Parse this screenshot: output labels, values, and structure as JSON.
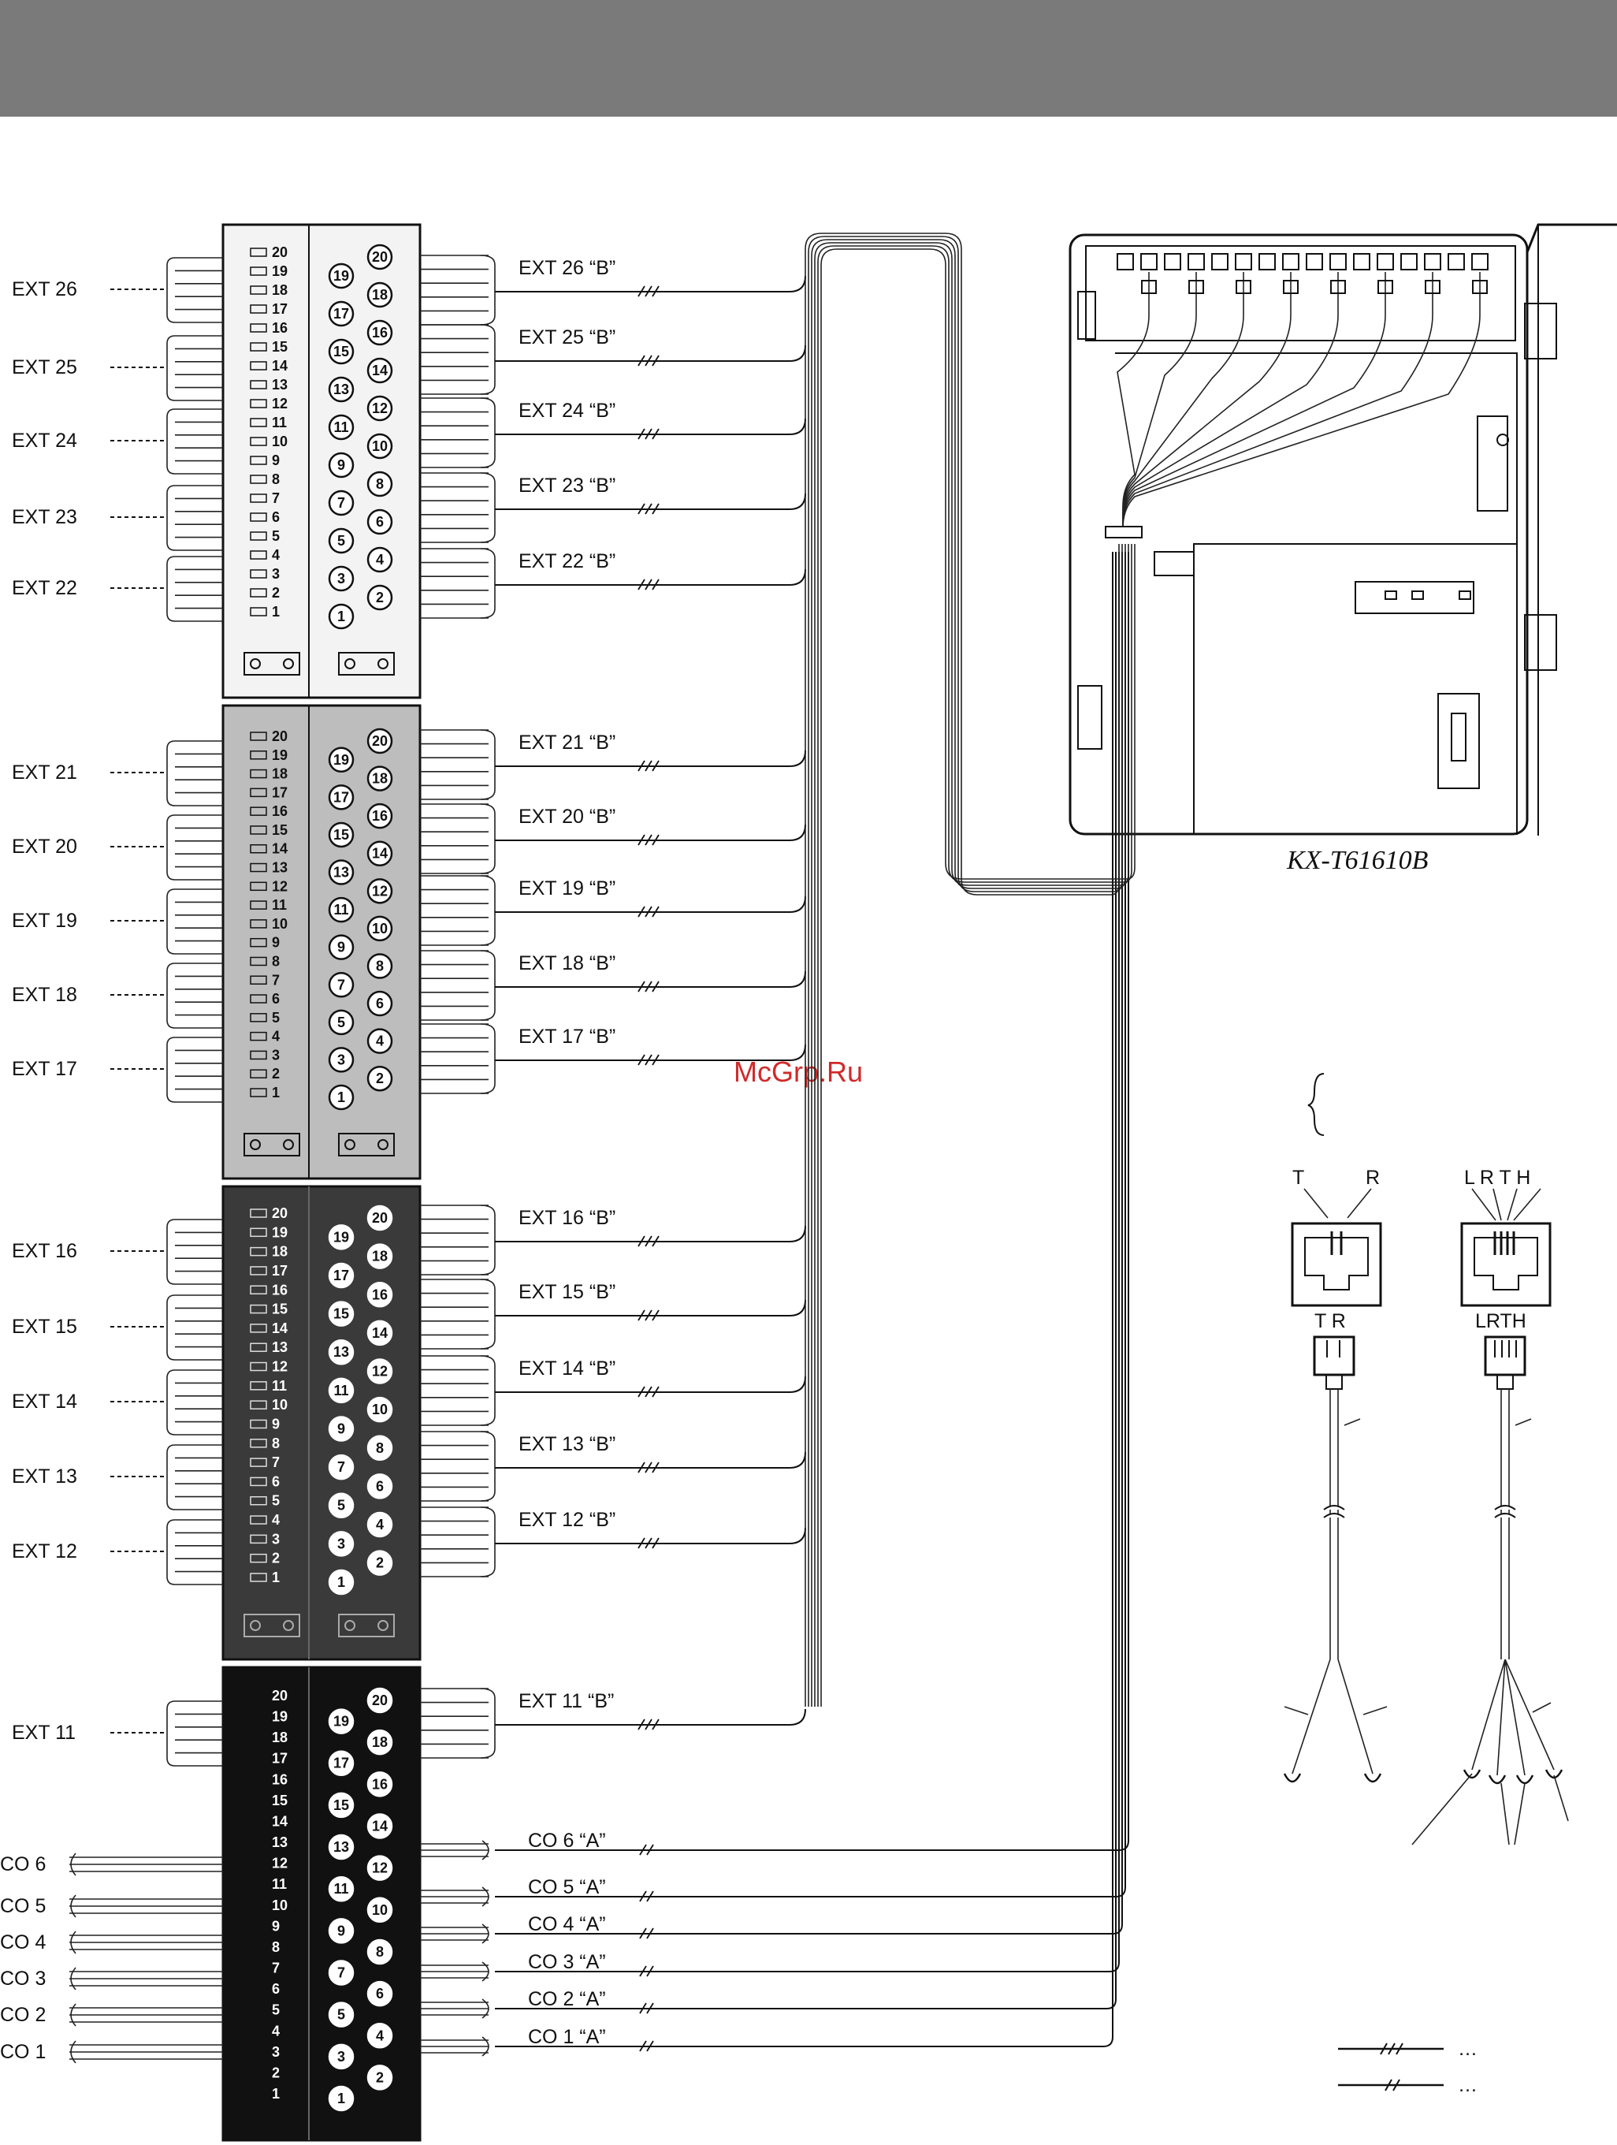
{
  "header": {
    "color": "#7a7a7a"
  },
  "model_label": "KX-T61610B",
  "watermark": "McGrp.Ru",
  "connector_labels": {
    "two_wire_left": "T",
    "two_wire_right": "R",
    "two_wire_plug": "T R",
    "four_wire_top": "L R T H",
    "four_wire_plug": "LRTH"
  },
  "legend": {
    "item1": "…",
    "item2": "…"
  },
  "blocks": [
    {
      "id": "block-1",
      "tone": "white",
      "numbers_left": [
        "20",
        "19",
        "18",
        "17",
        "16",
        "15",
        "14",
        "13",
        "12",
        "11",
        "10",
        "9",
        "8",
        "7",
        "6",
        "5",
        "4",
        "3",
        "2",
        "1"
      ],
      "numbers_circled": [
        "20",
        "19",
        "18",
        "17",
        "16",
        "15",
        "14",
        "13",
        "12",
        "11",
        "10",
        "9",
        "8",
        "7",
        "6",
        "5",
        "4",
        "3",
        "2",
        "1"
      ],
      "left_labels": [
        "EXT 26",
        "EXT 25",
        "EXT 24",
        "EXT 23",
        "EXT 22"
      ],
      "right_labels": [
        "EXT 26 “B”",
        "EXT 25 “B”",
        "EXT 24 “B”",
        "EXT 23 “B”",
        "EXT 22 “B”"
      ]
    },
    {
      "id": "block-2",
      "tone": "light-gray",
      "numbers_left": [
        "20",
        "19",
        "18",
        "17",
        "16",
        "15",
        "14",
        "13",
        "12",
        "11",
        "10",
        "9",
        "8",
        "7",
        "6",
        "5",
        "4",
        "3",
        "2",
        "1"
      ],
      "numbers_circled": [
        "20",
        "19",
        "18",
        "17",
        "16",
        "15",
        "14",
        "13",
        "12",
        "11",
        "10",
        "9",
        "8",
        "7",
        "6",
        "5",
        "4",
        "3",
        "2",
        "1"
      ],
      "left_labels": [
        "EXT 21",
        "EXT 20",
        "EXT 19",
        "EXT 18",
        "EXT 17"
      ],
      "right_labels": [
        "EXT 21 “B”",
        "EXT 20 “B”",
        "EXT 19 “B”",
        "EXT 18 “B”",
        "EXT 17 “B”"
      ]
    },
    {
      "id": "block-3",
      "tone": "dark-gray",
      "numbers_left": [
        "20",
        "19",
        "18",
        "17",
        "16",
        "15",
        "14",
        "13",
        "12",
        "11",
        "10",
        "9",
        "8",
        "7",
        "6",
        "5",
        "4",
        "3",
        "2",
        "1"
      ],
      "numbers_circled": [
        "20",
        "19",
        "18",
        "17",
        "16",
        "15",
        "14",
        "13",
        "12",
        "11",
        "10",
        "9",
        "8",
        "7",
        "6",
        "5",
        "4",
        "3",
        "2",
        "1"
      ],
      "left_labels": [
        "EXT 16",
        "EXT 15",
        "EXT 14",
        "EXT 13",
        "EXT 12"
      ],
      "right_labels": [
        "EXT 16 “B”",
        "EXT 15 “B”",
        "EXT 14 “B”",
        "EXT 13 “B”",
        "EXT 12 “B”"
      ]
    },
    {
      "id": "block-4",
      "tone": "black",
      "numbers_left": [
        "20",
        "19",
        "18",
        "17",
        "16",
        "15",
        "14",
        "13",
        "12",
        "11",
        "10",
        "9",
        "8",
        "7",
        "6",
        "5",
        "4",
        "3",
        "2",
        "1"
      ],
      "numbers_circled": [
        "20",
        "19",
        "18",
        "17",
        "16",
        "15",
        "14",
        "13",
        "12",
        "11",
        "10",
        "9",
        "8",
        "7",
        "6",
        "5",
        "4",
        "3",
        "2",
        "1"
      ],
      "left_labels": [
        "EXT 11"
      ],
      "right_labels": [
        "EXT 11 “B”"
      ],
      "co_left_labels": [
        "CO 6",
        "CO 5",
        "CO 4",
        "CO 3",
        "CO 2",
        "CO 1"
      ],
      "co_right_labels": [
        "CO 6 “A”",
        "CO 5 “A”",
        "CO 4 “A”",
        "CO 3 “A”",
        "CO 2 “A”",
        "CO 1 “A”"
      ]
    }
  ]
}
